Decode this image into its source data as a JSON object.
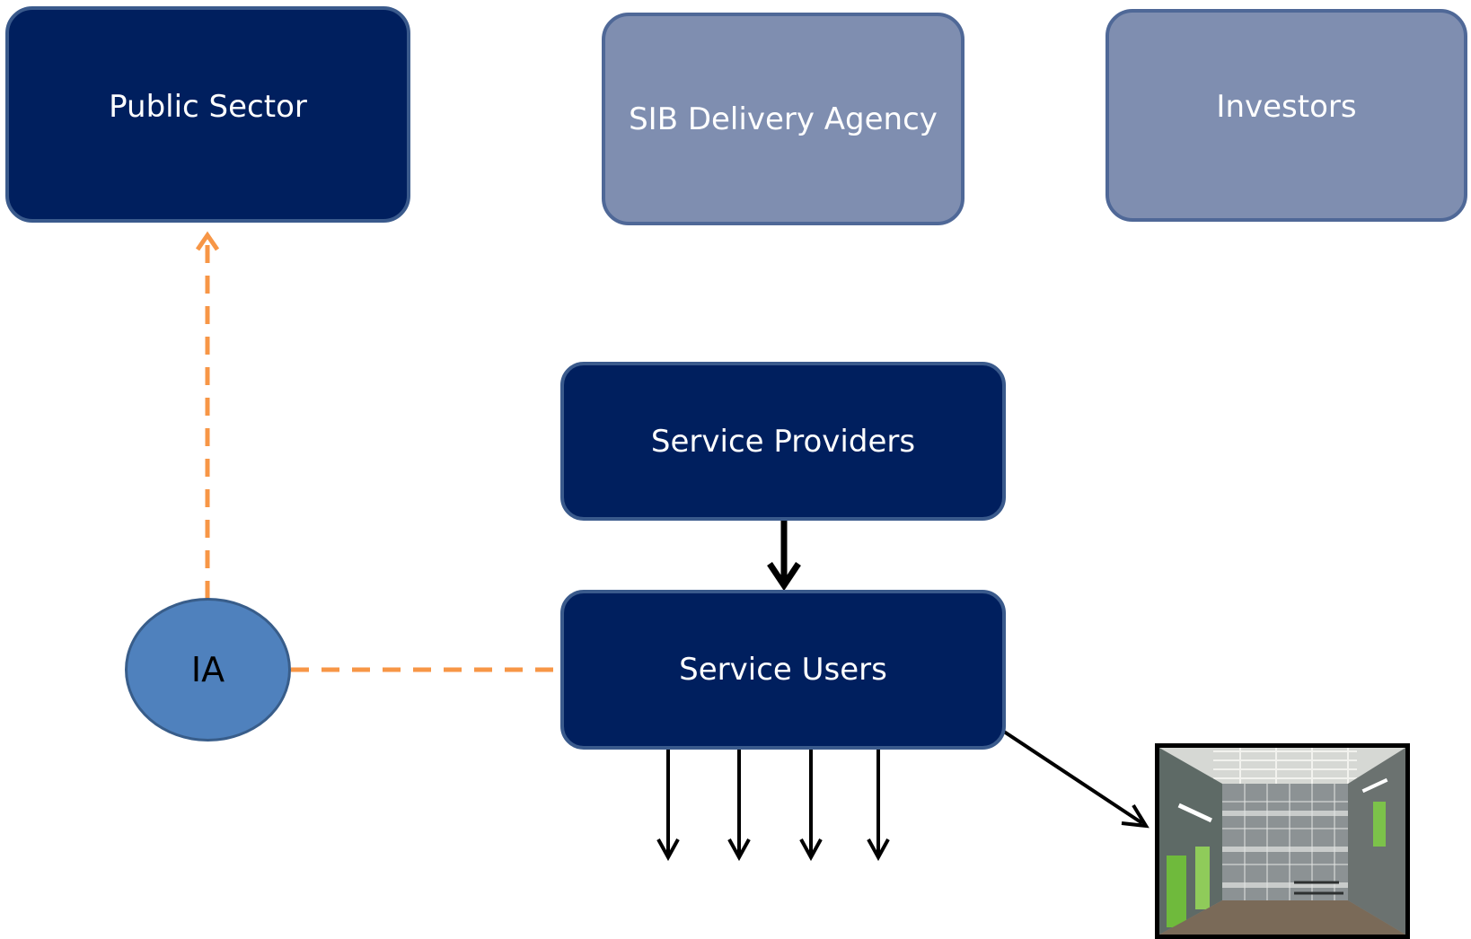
{
  "nodes": {
    "public_sector": "Public Sector",
    "sib_delivery_agency": "SIB Delivery Agency",
    "investors": "Investors",
    "service_providers": "Service Providers",
    "service_users": "Service Users",
    "ia": "IA"
  },
  "colors": {
    "dark_box": "#001f5e",
    "light_box": "#7f8eb0",
    "oval": "#4f81bd",
    "dashed_connector": "#f79646",
    "arrow": "#000000"
  },
  "image": {
    "subject": "prison-interior-photo"
  }
}
